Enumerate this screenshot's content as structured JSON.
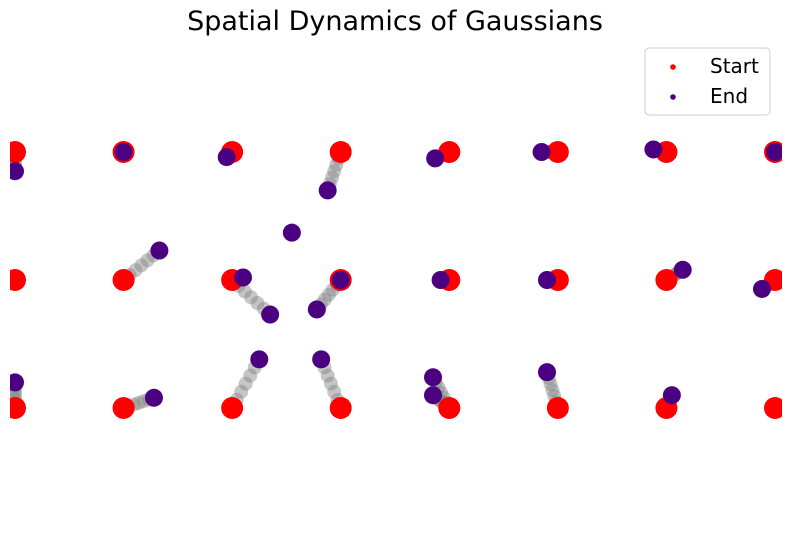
{
  "chart_data": {
    "type": "scatter",
    "title": "Spatial Dynamics of Gaussians",
    "xlabel": "",
    "ylabel": "",
    "axes_visible": false,
    "grid": false,
    "legend_placement": "top-right",
    "xlim": [
      0,
      7
    ],
    "ylim": [
      0,
      2
    ],
    "trail_color": "#808080",
    "series": [
      {
        "name": "Start",
        "color": "#ff0000",
        "points": [
          [
            0,
            2
          ],
          [
            1,
            2
          ],
          [
            2,
            2
          ],
          [
            3,
            2
          ],
          [
            4,
            2
          ],
          [
            5,
            2
          ],
          [
            6,
            2
          ],
          [
            7,
            2
          ],
          [
            0,
            1
          ],
          [
            1,
            1
          ],
          [
            2,
            1
          ],
          [
            3,
            1
          ],
          [
            4,
            1
          ],
          [
            5,
            1
          ],
          [
            6,
            1
          ],
          [
            7,
            1
          ],
          [
            0,
            0
          ],
          [
            1,
            0
          ],
          [
            2,
            0
          ],
          [
            3,
            0
          ],
          [
            4,
            0
          ],
          [
            5,
            0
          ],
          [
            6,
            0
          ],
          [
            7,
            0
          ]
        ]
      },
      {
        "name": "End",
        "color": "#4b0082",
        "points": [
          [
            0.0,
            1.85
          ],
          [
            1.0,
            2.0
          ],
          [
            1.95,
            1.96
          ],
          [
            2.88,
            1.7
          ],
          [
            3.87,
            1.95
          ],
          [
            4.85,
            2.0
          ],
          [
            5.88,
            2.02
          ],
          [
            7.0,
            2.0
          ],
          [
            1.33,
            1.23
          ],
          [
            2.1,
            1.02
          ],
          [
            2.35,
            0.73
          ],
          [
            2.55,
            1.37
          ],
          [
            2.78,
            0.77
          ],
          [
            3.0,
            1.0
          ],
          [
            3.92,
            1.0
          ],
          [
            4.9,
            1.0
          ],
          [
            6.15,
            1.08
          ],
          [
            6.88,
            0.93
          ],
          [
            0.0,
            0.2
          ],
          [
            1.28,
            0.08
          ],
          [
            2.25,
            0.38
          ],
          [
            2.82,
            0.38
          ],
          [
            3.85,
            0.24
          ],
          [
            3.85,
            0.1
          ],
          [
            4.9,
            0.28
          ],
          [
            6.05,
            0.1
          ]
        ]
      }
    ]
  }
}
